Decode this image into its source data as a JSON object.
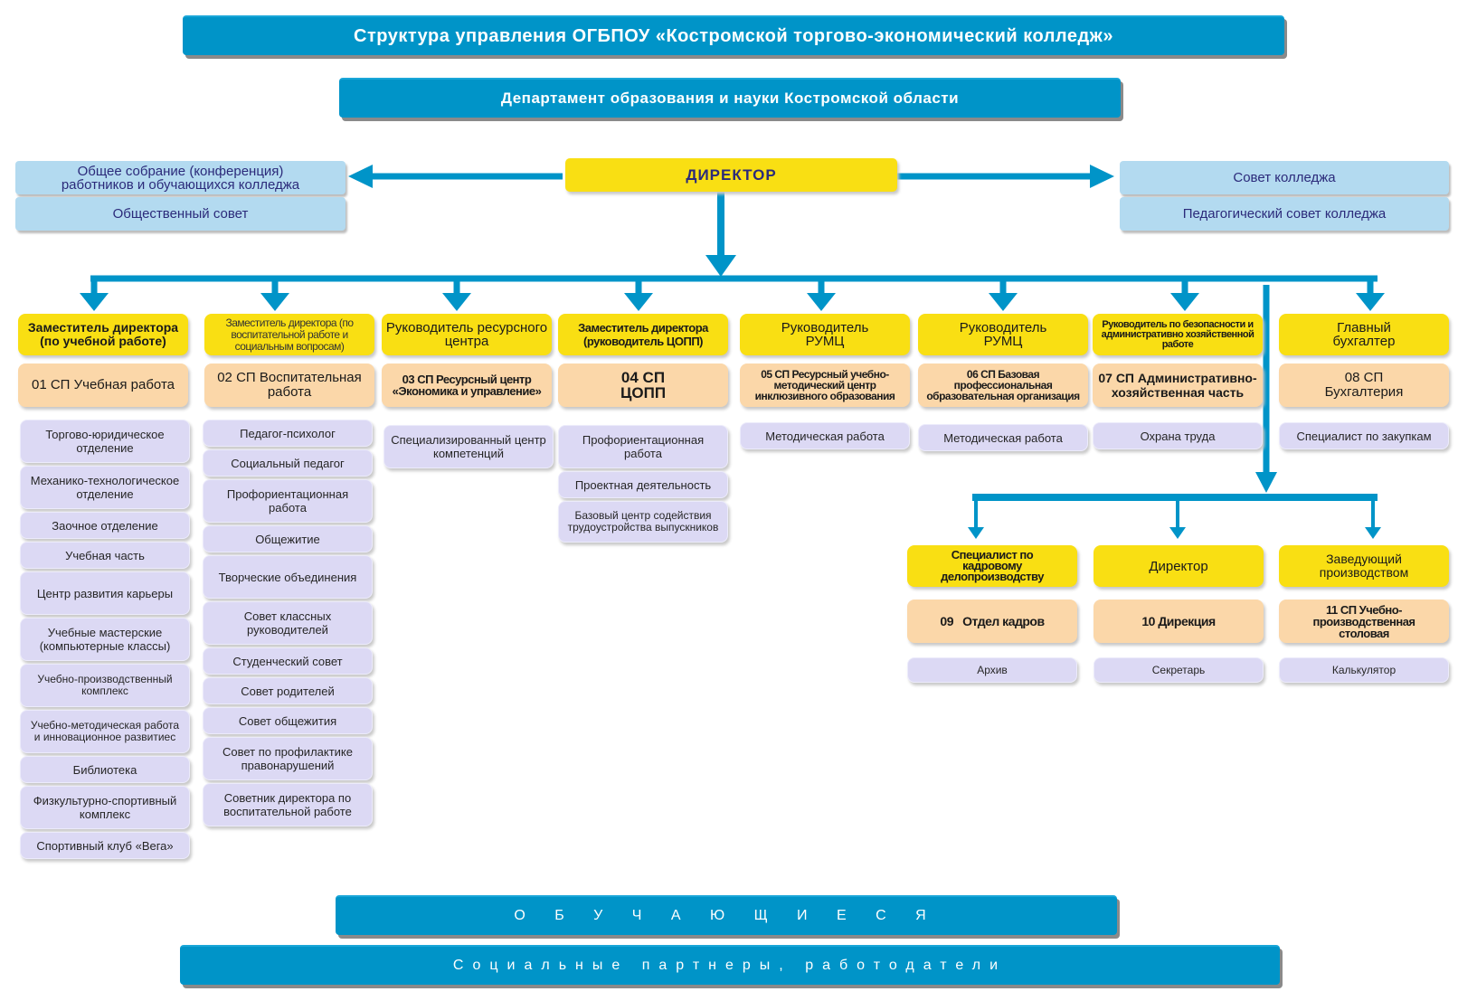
{
  "title": "Структура управления ОГБПОУ «Костромской торгово-экономический колледж»",
  "department": "Департамент образования и науки Костромской области",
  "director": "ДИРЕКТОР",
  "left_bodies": [
    "Общее собрание (конференция) работников и обучающихся колледжа",
    "Общественный совет"
  ],
  "right_bodies": [
    "Совет колледжа",
    "Педагогический совет колледжа"
  ],
  "columns": [
    {
      "head": "Заместитель директора (по учебной работе)",
      "unit": "01 СП Учебная работа",
      "items": [
        "Торгово-юридическое отделение",
        "Механико-технологическое отделение",
        "Заочное отделение",
        "Учебная часть",
        "Центр развития карьеры",
        "Учебные мастерские (компьютерные классы)",
        "Учебно-производственный комплекс",
        "Учебно-методическая работа и инновационное развитиес",
        "Библиотека",
        "Физкультурно-спортивный комплекс",
        "Спортивный клуб «Вега»"
      ]
    },
    {
      "head": "Заместитель директора (по воспитательной работе и социальным вопросам)",
      "unit": "02 СП Воспитательная работа",
      "items": [
        "Педагог-психолог",
        "Социальный педагог",
        "Профориентационная работа",
        "Общежитие",
        "Творческие объединения",
        "Совет классных руководителей",
        "Студенческий совет",
        "Совет родителей",
        "Совет общежития",
        "Совет по профилактике правонарушений",
        "Советник директора по воспитательной работе"
      ]
    },
    {
      "head": "Руководитель ресурсного центра",
      "unit": "03 СП Ресурсный центр «Экономика и управление»",
      "items": [
        "Специализированный центр компетенций"
      ]
    },
    {
      "head": "Заместитель директора (руководитель ЦОПП)",
      "unit": "04 СП ЦОПП",
      "items": [
        "Профориентационная работа",
        "Проектная деятельность",
        "Базовый центр содействия трудоустройства выпускников"
      ]
    },
    {
      "head": "Руководитель РУМЦ",
      "unit": "05 СП Ресурсный учебно-методический центр инклюзивного образования",
      "items": [
        "Методическая работа"
      ]
    },
    {
      "head": "Руководитель РУМЦ",
      "unit": "06 СП Базовая профессиональная образовательная организация",
      "items": [
        "Методическая работа"
      ]
    },
    {
      "head": "Руководитель по безопасности и административно хозяйственной работе",
      "unit": "07 СП Административно-хозяйственная часть",
      "items": [
        "Охрана труда"
      ]
    },
    {
      "head": "Главный бухгалтер",
      "unit": "08 СП Бухгалтерия",
      "items": [
        "Специалист по закупкам"
      ]
    }
  ],
  "sub_columns": [
    {
      "head": "Специалист по кадровому делопроизводству",
      "unit": "09   Отдел кадров",
      "items": [
        "Архив"
      ]
    },
    {
      "head": "Директор",
      "unit": "10 Дирекция",
      "items": [
        "Секретарь"
      ]
    },
    {
      "head": "Заведующий производством",
      "unit": "11 СП Учебно-производственная столовая",
      "items": [
        "Калькулятор"
      ]
    }
  ],
  "students": "О Б У Ч А Ю Щ И Е С Я",
  "partners": "Социальные партнеры, работодатели",
  "colors": {
    "blue": "#0094c8",
    "yellow": "#f9df13",
    "peach": "#fbd7a9",
    "lavender": "#dcd9f4",
    "light_blue": "#b3daf0",
    "navy_text": "#2b2a7a"
  }
}
